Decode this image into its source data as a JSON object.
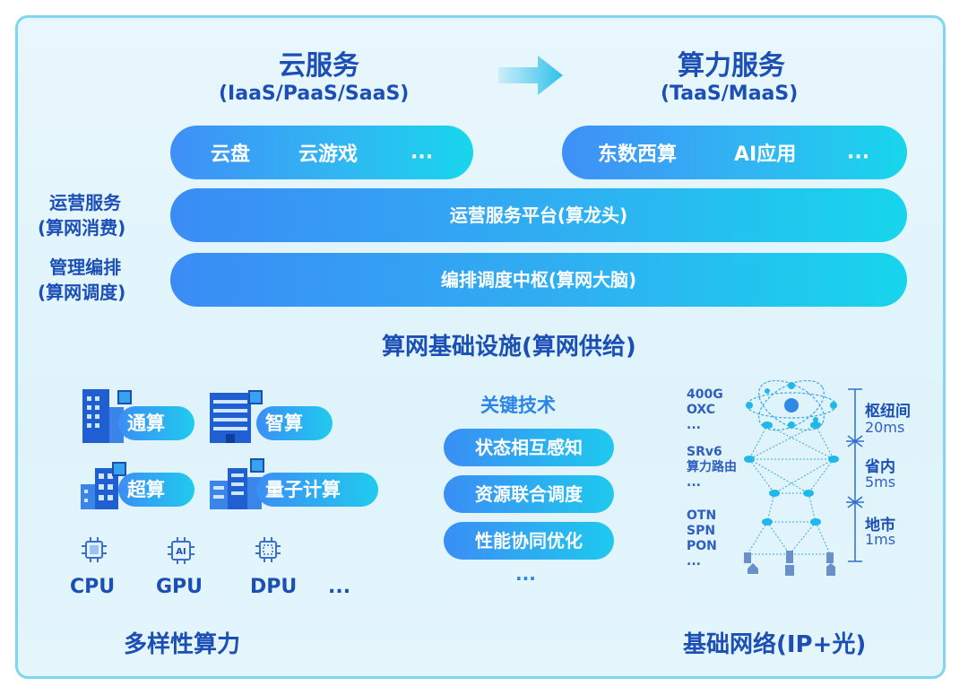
{
  "top": {
    "cloud": {
      "title": "云服务",
      "subtitle": "(IaaS/PaaS/SaaS)",
      "items": [
        "云盘",
        "云游戏",
        "..."
      ]
    },
    "compute": {
      "title": "算力服务",
      "subtitle": "(TaaS/MaaS)",
      "items": [
        "东数西算",
        "AI应用",
        "..."
      ]
    }
  },
  "layers": [
    {
      "side_label": [
        "运营服务",
        "(算网消费)"
      ],
      "bar": "运营服务平台(算龙头)"
    },
    {
      "side_label": [
        "管理编排",
        "(算网调度)"
      ],
      "bar": "编排调度中枢(算网大脑)"
    }
  ],
  "infra_title": "算网基础设施(算网供给)",
  "compute_power": {
    "tags": [
      "通算",
      "智算",
      "超算",
      "量子计算"
    ],
    "chips": [
      "CPU",
      "GPU",
      "DPU",
      "..."
    ],
    "gpu_icon_text": "AI",
    "caption": "多样性算力"
  },
  "key_tech": {
    "title": "关键技术",
    "items": [
      "状态相互感知",
      "资源联合调度",
      "性能协同优化"
    ],
    "more": "..."
  },
  "network": {
    "caption": "基础网络(IP+光)",
    "tiers": [
      {
        "tech": [
          "400G",
          "OXC",
          "..."
        ],
        "name": "枢纽间",
        "latency": "20ms"
      },
      {
        "tech": [
          "SRv6",
          "算力路由",
          "..."
        ],
        "name": "省内",
        "latency": "5ms"
      },
      {
        "tech": [
          "OTN",
          "SPN",
          "PON",
          "..."
        ],
        "name": "地市",
        "latency": "1ms"
      }
    ]
  },
  "colors": {
    "dark_blue": "#1b4fb5",
    "gradient_start": "#3a8cf5",
    "gradient_end": "#17d5ec",
    "panel_border": "#7fd6ee"
  }
}
